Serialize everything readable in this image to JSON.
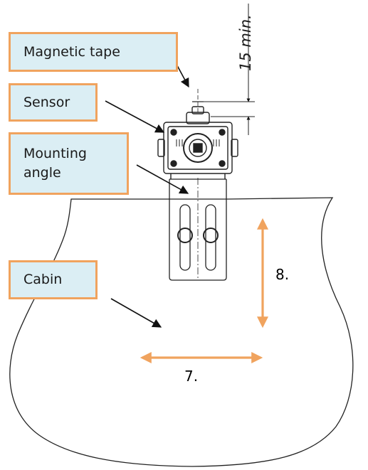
{
  "labels": {
    "magnetic_tape": "Magnetic tape",
    "sensor": "Sensor",
    "mounting_angle": "Mounting angle",
    "cabin": "Cabin"
  },
  "dimensions": {
    "clearance": "15 min.",
    "height_ref": "8.",
    "width_ref": "7."
  },
  "colors": {
    "callout_fill": "#dbeef4",
    "callout_border": "#f0a35e",
    "dimension_arrow": "#f0a35e",
    "line": "#222222"
  }
}
